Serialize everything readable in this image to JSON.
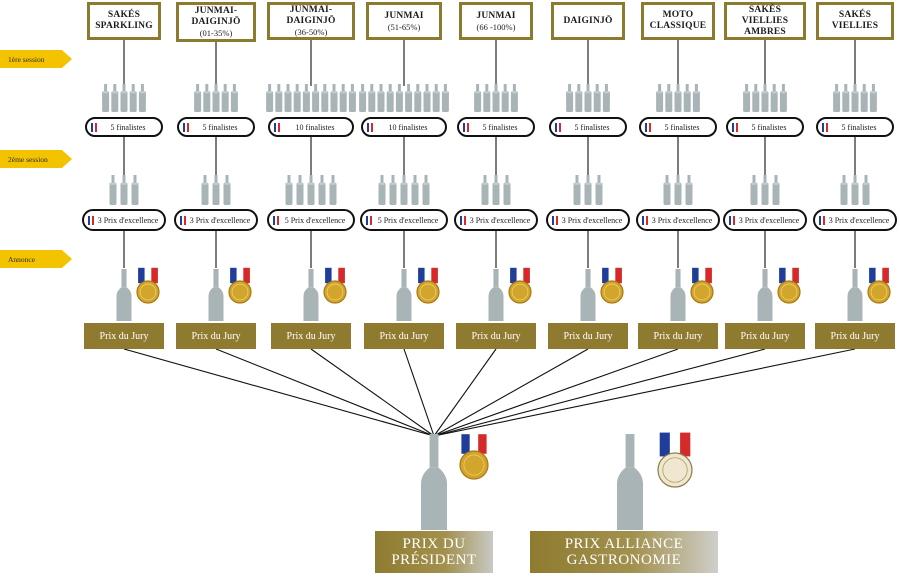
{
  "sessions": {
    "first": "1ère session",
    "second": "2ème session",
    "announce": "Annonce"
  },
  "categories": [
    {
      "name": "SAKÉS SPARKLING",
      "range": "",
      "finalists": "5 finalistes",
      "bottles1": 5,
      "bottles2": 3,
      "excellence": "3 Prix d'excellence",
      "jury": "Prix du Jury"
    },
    {
      "name": "JUNMAI-DAIGINJŌ",
      "range": "(01-35%)",
      "finalists": "5 finalistes",
      "bottles1": 5,
      "bottles2": 3,
      "excellence": "3 Prix d'excellence",
      "jury": "Prix du Jury"
    },
    {
      "name": "JUNMAI-DAIGINJŌ",
      "range": "(36-50%)",
      "finalists": "10 finalistes",
      "bottles1": 10,
      "bottles2": 5,
      "excellence": "5 Prix d'excellence",
      "jury": "Prix du Jury"
    },
    {
      "name": "JUNMAI",
      "range": "(51-65%)",
      "finalists": "10 finalistes",
      "bottles1": 10,
      "bottles2": 5,
      "excellence": "5 Prix d'excellence",
      "jury": "Prix du Jury"
    },
    {
      "name": "JUNMAI",
      "range": "(66 -100%)",
      "finalists": "5 finalistes",
      "bottles1": 5,
      "bottles2": 3,
      "excellence": "3 Prix d'excellence",
      "jury": "Prix du Jury"
    },
    {
      "name": "DAIGINJŌ",
      "range": "",
      "finalists": "5 finalistes",
      "bottles1": 5,
      "bottles2": 3,
      "excellence": "3 Prix d'excellence",
      "jury": "Prix du Jury"
    },
    {
      "name": "MOTO CLASSIQUE",
      "range": "",
      "finalists": "5 finalistes",
      "bottles1": 5,
      "bottles2": 3,
      "excellence": "3 Prix d'excellence",
      "jury": "Prix du Jury"
    },
    {
      "name": "SAKÉS VIELLIES AMBRES",
      "range": "",
      "finalists": "5 finalistes",
      "bottles1": 5,
      "bottles2": 3,
      "excellence": "3 Prix d'excellence",
      "jury": "Prix du Jury"
    },
    {
      "name": "SAKÉS VIELLIES",
      "range": "",
      "finalists": "5 finalistes",
      "bottles1": 5,
      "bottles2": 3,
      "excellence": "3 Prix d'excellence",
      "jury": "Prix du Jury"
    }
  ],
  "final_prizes": {
    "president": "PRIX DU PRÉSIDENT",
    "alliance": "PRIX ALLIANCE GASTRONOMIE"
  },
  "colors": {
    "gold": "#8f7b30",
    "arrow": "#f3c300",
    "bottle": "#a9b4b7",
    "flag_blue": "#1f3d99",
    "flag_red": "#d42a2a"
  },
  "icons": {
    "bottle": "sake-bottle-icon",
    "medal": "medal-icon",
    "flag": "french-flag-icon"
  }
}
